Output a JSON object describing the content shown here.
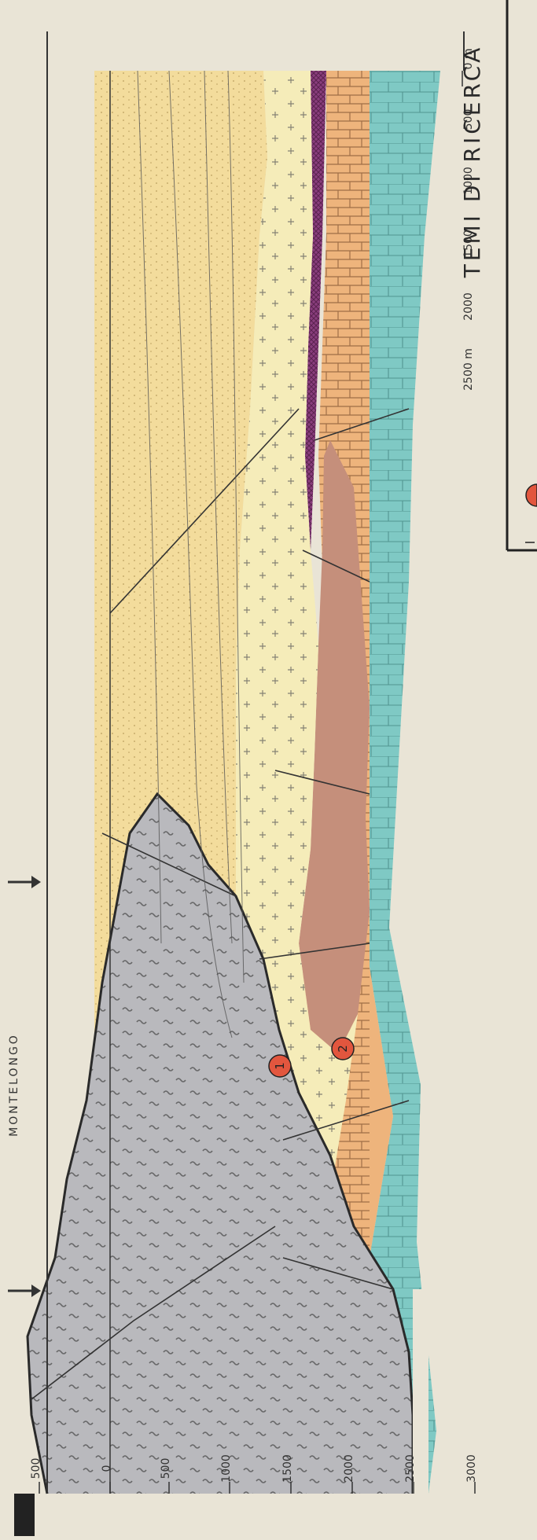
{
  "location_label": "MONTELONGO",
  "legend_title": "TEMI DI RICERCA",
  "depth_scale_left": {
    "labels": [
      "500",
      "0",
      "500",
      "1000",
      "1500",
      "2000",
      "2500",
      "3000"
    ]
  },
  "depth_scale_right": {
    "labels": [
      "0 m",
      "500",
      "1000",
      "1500",
      "2000",
      "2500 m"
    ]
  },
  "research_targets": [
    "1",
    "2"
  ],
  "colors": {
    "paper": "#e9e4d6",
    "gray_unit": "#b9b9bd",
    "yellow_unit": "#f3dc9c",
    "pale_yellow_unit": "#f5ecb9",
    "orange_unit": "#eeb47c",
    "brown_unit": "#c58f7b",
    "purple_unit": "#8a3e7d",
    "teal_unit": "#7fc9c4",
    "target_marker": "#e2563e"
  }
}
